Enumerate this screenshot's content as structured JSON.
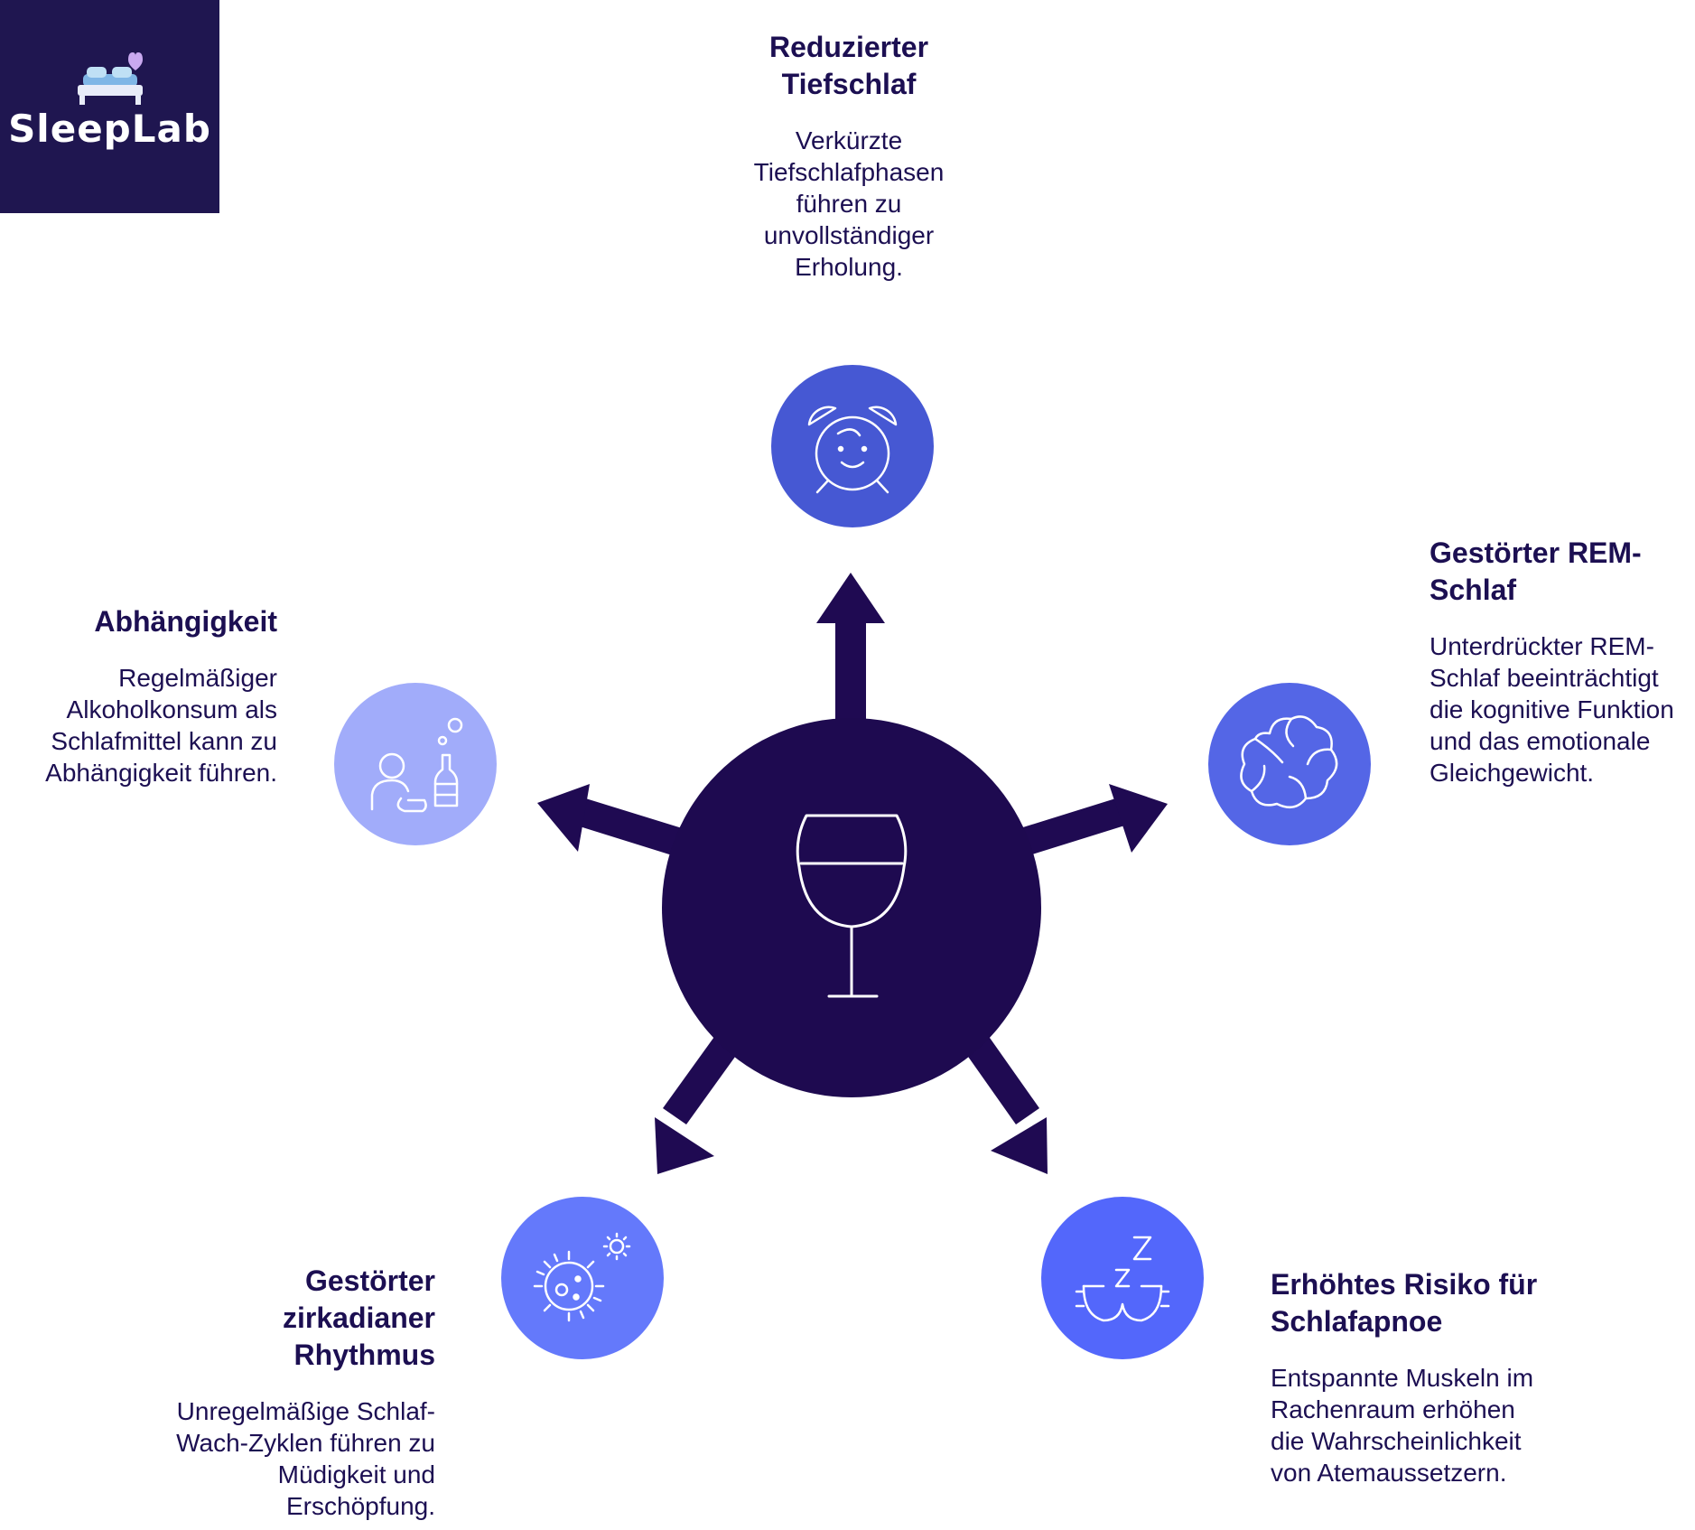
{
  "logo": {
    "text": "SleepLab",
    "icon": "bed-heart-icon"
  },
  "colors": {
    "dark": "#1f0a52",
    "hub": "#1e0a50",
    "text": "#1c0f52",
    "circle_top": "#4658d3",
    "circle_right": "#5466e6",
    "circle_bottom_right": "#5367fb",
    "circle_bottom_left": "#6479fb",
    "circle_left": "#a1acfa"
  },
  "center": {
    "icon": "wine-glass-icon"
  },
  "effects": [
    {
      "id": "deep-sleep",
      "title_lines": [
        "Reduzierter",
        "Tiefschlaf"
      ],
      "desc_lines": [
        "Verkürzte",
        "Tiefschlafphasen",
        "führen zu",
        "unvollständiger",
        "Erholung."
      ],
      "icon": "alarm-clock-icon"
    },
    {
      "id": "rem-sleep",
      "title_lines": [
        "Gestörter REM-",
        "Schlaf"
      ],
      "desc_lines": [
        "Unterdrückter REM-",
        "Schlaf beeinträchtigt",
        "die kognitive Funktion",
        "und das emotionale",
        "Gleichgewicht."
      ],
      "icon": "brain-icon"
    },
    {
      "id": "sleep-apnea",
      "title_lines": [
        "Erhöhtes Risiko für",
        "Schlafapnoe"
      ],
      "desc_lines": [
        "Entspannte Muskeln im",
        "Rachenraum erhöhen",
        "die Wahrscheinlichkeit",
        "von Atemaussetzern."
      ],
      "icon": "sleep-mask-icon"
    },
    {
      "id": "circadian",
      "title_lines": [
        "Gestörter",
        "zirkadianer",
        "Rhythmus"
      ],
      "desc_lines": [
        "Unregelmäßige Schlaf-",
        "Wach-Zyklen führen zu",
        "Müdigkeit und",
        "Erschöpfung."
      ],
      "icon": "virus-sun-icon"
    },
    {
      "id": "dependency",
      "title_lines": [
        "Abhängigkeit"
      ],
      "desc_lines": [
        "Regelmäßiger",
        "Alkoholkonsum als",
        "Schlafmittel kann zu",
        "Abhängigkeit führen."
      ],
      "icon": "person-bottle-icon"
    }
  ]
}
